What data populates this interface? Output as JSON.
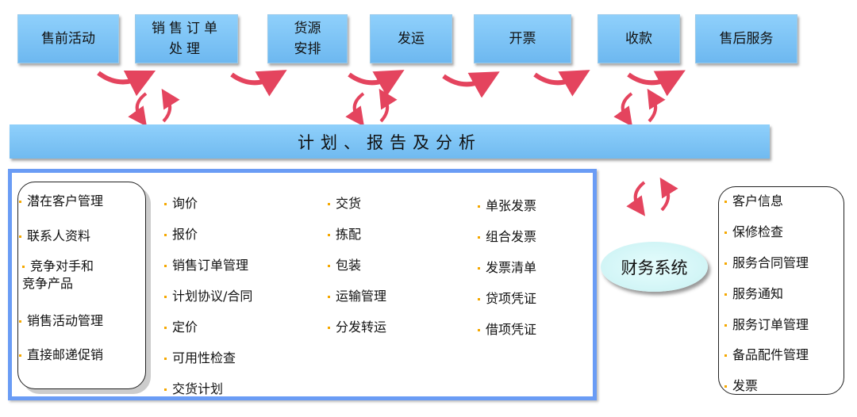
{
  "process_steps": [
    "售前活动",
    "销售订单处理",
    "货源安排",
    "发运",
    "开票",
    "收款",
    "售后服务"
  ],
  "planning_bar": "计划、报告及分析",
  "presales_items": [
    "潜在客户管理",
    "联系人资料",
    "竞争对手和竞争产品",
    "销售活动管理",
    "直接邮递促销"
  ],
  "order_items": [
    "询价",
    "报价",
    "销售订单管理",
    "计划协议/合同",
    "定价",
    "可用性检查",
    "交货计划"
  ],
  "shipping_items": [
    "交货",
    "拣配",
    "包装",
    "运输管理",
    "分发转运"
  ],
  "billing_items": [
    "单张发票",
    "组合发票",
    "发票清单",
    "贷项凭证",
    "借项凭证"
  ],
  "finance_system": "财务系统",
  "service_items": [
    "客户信息",
    "保修检查",
    "服务合同管理",
    "服务通知",
    "服务订单管理",
    "备品配件管理",
    "发票"
  ],
  "colors": {
    "box": "#7fc4f6",
    "arrow": "#e4445e",
    "frame": "#6a9cf5",
    "bullet": "#f5a800"
  }
}
